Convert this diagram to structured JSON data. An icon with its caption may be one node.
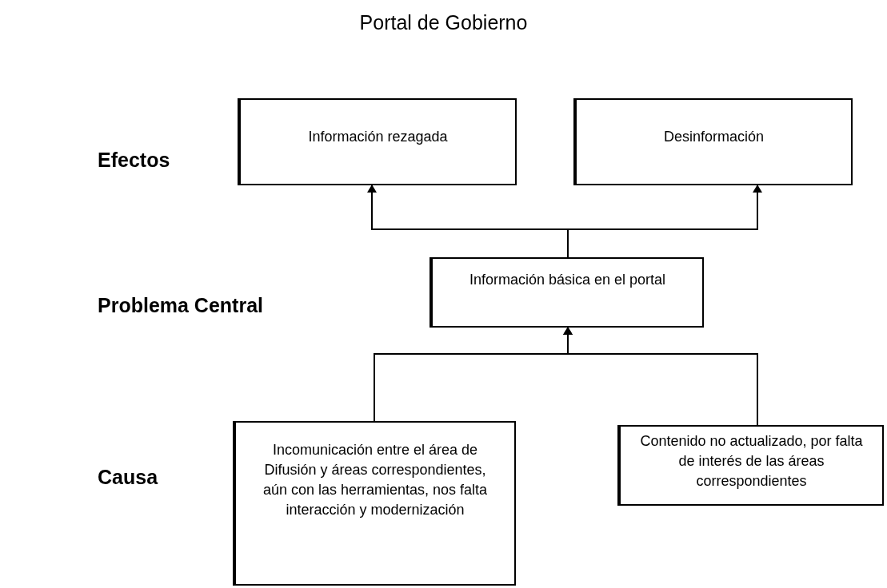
{
  "diagram": {
    "title": "Portal de Gobierno",
    "nodes": [
      {
        "text": [
          "Información rezagada"
        ]
      },
      {
        "text": [
          "Desinformación"
        ]
      },
      {
        "text": [
          "Información básica en el portal"
        ]
      },
      {
        "text": [
          "Incomunicación entre el área de Difusión y áreas correspondientes, aún con las herramientas, nos falta interacción y modernización"
        ]
      },
      {
        "text": [
          "Contenido no actualizado, por falta de interés de las áreas correspondientes"
        ]
      }
    ],
    "edges": [
      {
        "from": 2,
        "to": 0,
        "arrow": "to"
      },
      {
        "from": 2,
        "to": 1,
        "arrow": "to"
      },
      {
        "from": 3,
        "to": 2,
        "arrow": "to"
      },
      {
        "from": 4,
        "to": 2,
        "arrow": "to"
      }
    ],
    "labels": [
      "Efectos",
      "Problema Central",
      "Causa"
    ]
  }
}
